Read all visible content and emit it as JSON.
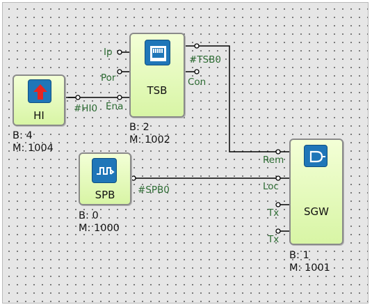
{
  "blocks": {
    "hi": {
      "name": "HI",
      "b": "B: 4",
      "m": "M: 1004",
      "icon": "up-arrow-icon"
    },
    "tsb": {
      "name": "TSB",
      "b": "B: 2",
      "m": "M: 1002",
      "icon": "ethernet-port-icon",
      "inputs": [
        "Ip",
        "Por",
        "Ena"
      ],
      "outputs": [
        "#TSB0",
        "Con"
      ]
    },
    "spb": {
      "name": "SPB",
      "b": "B: 0",
      "m": "M: 1000",
      "icon": "pulse-signal-icon"
    },
    "sgw": {
      "name": "SGW",
      "b": "B: 1",
      "m": "M: 1001",
      "icon": "gate-icon",
      "inputs": [
        "Rem",
        "Loc",
        "Tx",
        "Tx"
      ]
    }
  },
  "nets": {
    "hi0": "#HI0",
    "spb0": "#SPB0"
  },
  "colors": {
    "block_fill": "#e4f8bd",
    "icon_fill": "#1f76b8",
    "pin_label": "#2c6b32",
    "wire": "#000000",
    "grid_background": "#e6e6e6"
  }
}
